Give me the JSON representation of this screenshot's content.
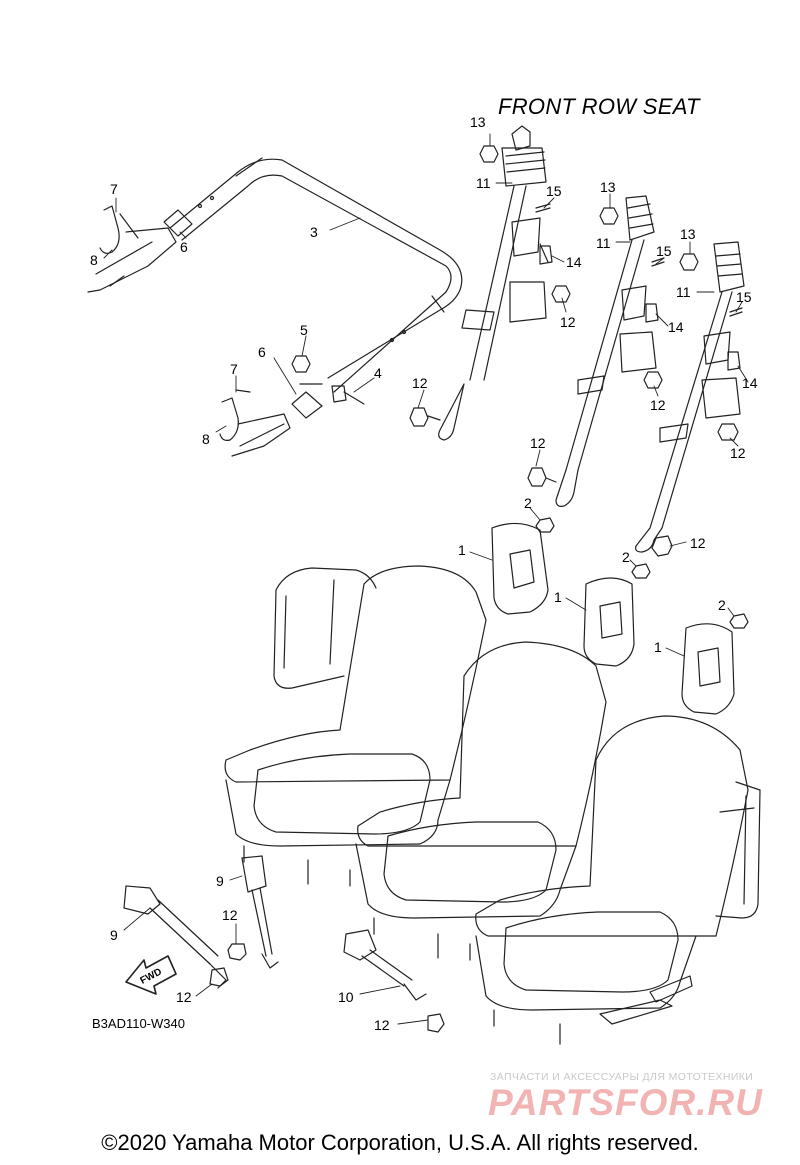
{
  "title": "FRONT ROW SEAT",
  "diagram_code": "B3AD110-W340",
  "copyright": "©2020 Yamaha Motor Corporation, U.S.A. All rights reserved.",
  "watermark": {
    "tagline": "ЗАПЧАСТИ И АКСЕССУАРЫ ДЛЯ МОТОТЕХНИКИ",
    "logo_text": "PARTSFOR.RU"
  },
  "fwd_arrow_text": "FWD",
  "callouts": [
    {
      "id": "c13a",
      "text": "13"
    },
    {
      "id": "c11a",
      "text": "11"
    },
    {
      "id": "c15a",
      "text": "15"
    },
    {
      "id": "c14a",
      "text": "14"
    },
    {
      "id": "c12a",
      "text": "12"
    },
    {
      "id": "c13b",
      "text": "13"
    },
    {
      "id": "c11b",
      "text": "11"
    },
    {
      "id": "c15b",
      "text": "15"
    },
    {
      "id": "c14b",
      "text": "14"
    },
    {
      "id": "c12b",
      "text": "12"
    },
    {
      "id": "c13c",
      "text": "13"
    },
    {
      "id": "c11c",
      "text": "11"
    },
    {
      "id": "c15c",
      "text": "15"
    },
    {
      "id": "c14c",
      "text": "14"
    },
    {
      "id": "c12c",
      "text": "12"
    },
    {
      "id": "c7a",
      "text": "7"
    },
    {
      "id": "c8a",
      "text": "8"
    },
    {
      "id": "c6a",
      "text": "6"
    },
    {
      "id": "c3",
      "text": "3"
    },
    {
      "id": "c5",
      "text": "5"
    },
    {
      "id": "c6b",
      "text": "6"
    },
    {
      "id": "c4",
      "text": "4"
    },
    {
      "id": "c7b",
      "text": "7"
    },
    {
      "id": "c8b",
      "text": "8"
    },
    {
      "id": "c12d",
      "text": "12"
    },
    {
      "id": "c12e",
      "text": "12"
    },
    {
      "id": "c2a",
      "text": "2"
    },
    {
      "id": "c12f",
      "text": "12"
    },
    {
      "id": "c1a",
      "text": "1"
    },
    {
      "id": "c2b",
      "text": "2"
    },
    {
      "id": "c1b",
      "text": "1"
    },
    {
      "id": "c2c",
      "text": "2"
    },
    {
      "id": "c1c",
      "text": "1"
    },
    {
      "id": "c9a",
      "text": "9"
    },
    {
      "id": "c9b",
      "text": "9"
    },
    {
      "id": "c12g",
      "text": "12"
    },
    {
      "id": "c12h",
      "text": "12"
    },
    {
      "id": "c10",
      "text": "10"
    },
    {
      "id": "c12i",
      "text": "12"
    }
  ]
}
